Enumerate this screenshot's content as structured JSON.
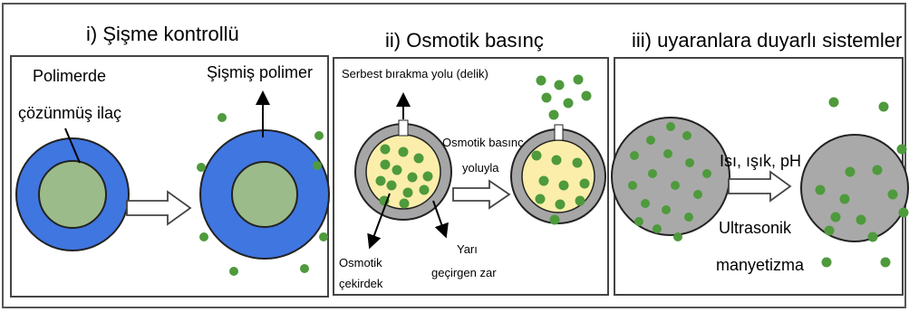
{
  "panels": [
    {
      "title": "i) Şişme kontrollü",
      "label_drug_line1": "Polimerde",
      "label_drug_line2": "çözünmüş ilaç",
      "label_swollen": "Şişmiş polimer"
    },
    {
      "title": "ii) Osmotik basınç",
      "label_release_path": "Serbest bırakma yolu (delik)",
      "label_pressure_line1": "Osmotik basınç",
      "label_pressure_line2": "yoluyla",
      "label_core_line1": "Osmotik",
      "label_core_line2": "çekirdek",
      "label_membrane_line1": "Yarı",
      "label_membrane_line2": "geçirgen zar"
    },
    {
      "title": "iii) uyaranlara duyarlı sistemler",
      "label_stimuli": "Isı, ışık, pH",
      "label_ultrasonic": "Ultrasonik",
      "label_magnetism": "manyetizma"
    }
  ],
  "colors": {
    "polymer_blue": "#3f76e0",
    "drug_core_green": "#9cbb8a",
    "particle_green": "#4e9a3c",
    "osmotic_core_yellow": "#fbeeaa",
    "membrane_gray": "#a6a6a6",
    "sphere_gray": "#a9a9a9"
  }
}
